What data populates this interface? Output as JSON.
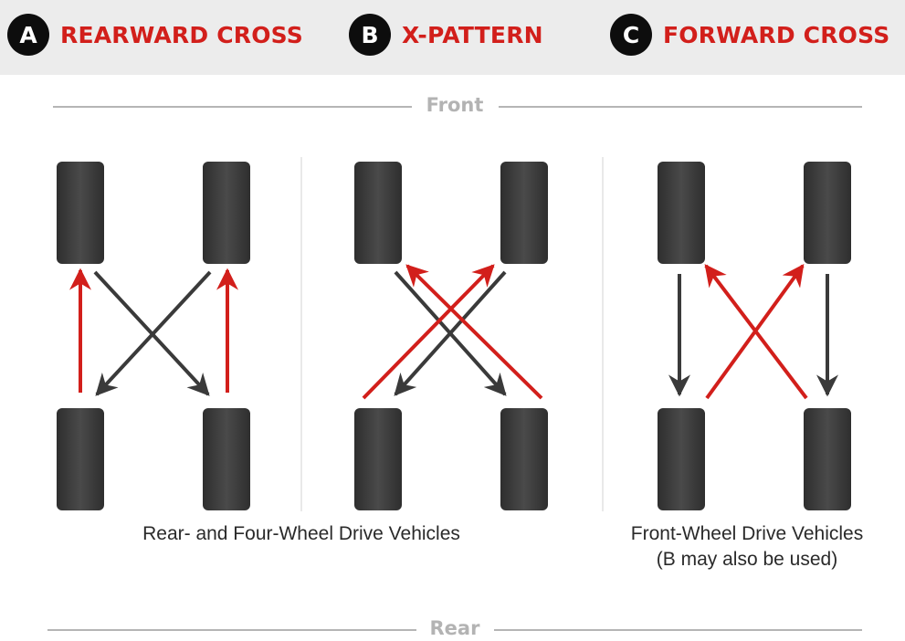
{
  "patterns": [
    {
      "badge": "A",
      "title": "REARWARD CROSS"
    },
    {
      "badge": "B",
      "title": "X-PATTERN"
    },
    {
      "badge": "C",
      "title": "FORWARD CROSS"
    }
  ],
  "labels": {
    "front": "Front",
    "rear": "Rear"
  },
  "captions": {
    "rear_four_wheel": "Rear- and Four-Wheel Drive Vehicles",
    "front_wheel": "Front-Wheel Drive Vehicles",
    "front_wheel_note": "(B may also be used)"
  },
  "colors": {
    "accent_red": "#d21f1b",
    "arrow_dark": "#3a3a3a",
    "tire": "#383838",
    "header_bg": "#ececec"
  }
}
